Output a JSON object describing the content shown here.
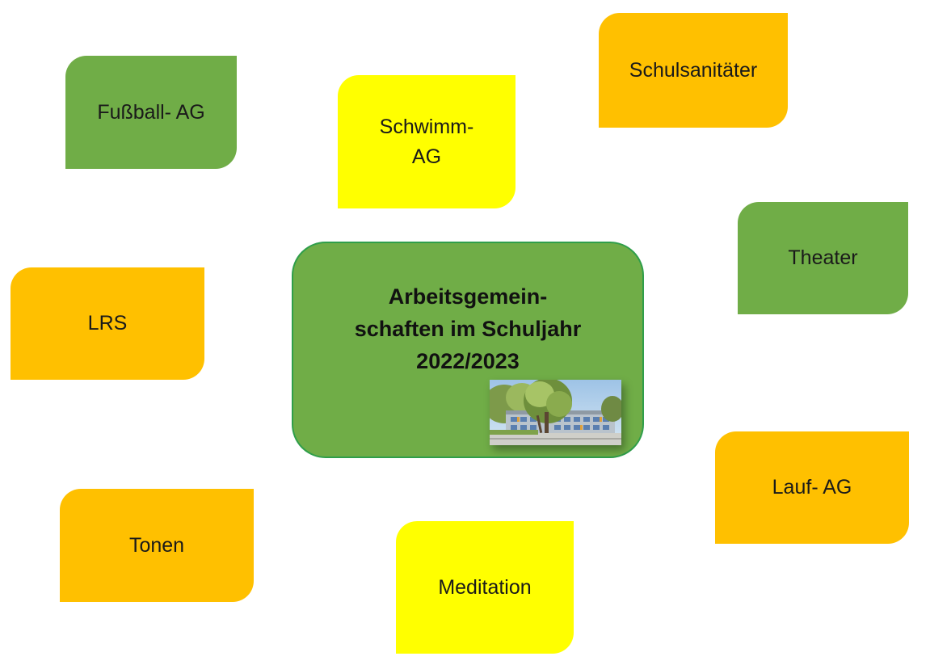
{
  "center": {
    "title_line1": "Arbeitsgemein-",
    "title_line2": "schaften im Schuljahr",
    "title_line3": "2022/2023"
  },
  "groups": [
    {
      "id": "fussball",
      "label": "Fußball- AG",
      "color": "#70ad47"
    },
    {
      "id": "schwimm",
      "label": "Schwimm-\nAG",
      "color": "#ffff00"
    },
    {
      "id": "sani",
      "label": "Schulsanitäter",
      "color": "#ffc000"
    },
    {
      "id": "theater",
      "label": "Theater",
      "color": "#70ad47"
    },
    {
      "id": "lrs",
      "label": "LRS",
      "color": "#ffc000"
    },
    {
      "id": "lauf",
      "label": "Lauf- AG",
      "color": "#ffc000"
    },
    {
      "id": "tonen",
      "label": "Tonen",
      "color": "#ffc000"
    },
    {
      "id": "meditation",
      "label": "Meditation",
      "color": "#ffff00"
    }
  ],
  "colors": {
    "green": "#70ad47",
    "yellow": "#ffff00",
    "orange": "#ffc000",
    "center_border": "#2f9e4a"
  }
}
